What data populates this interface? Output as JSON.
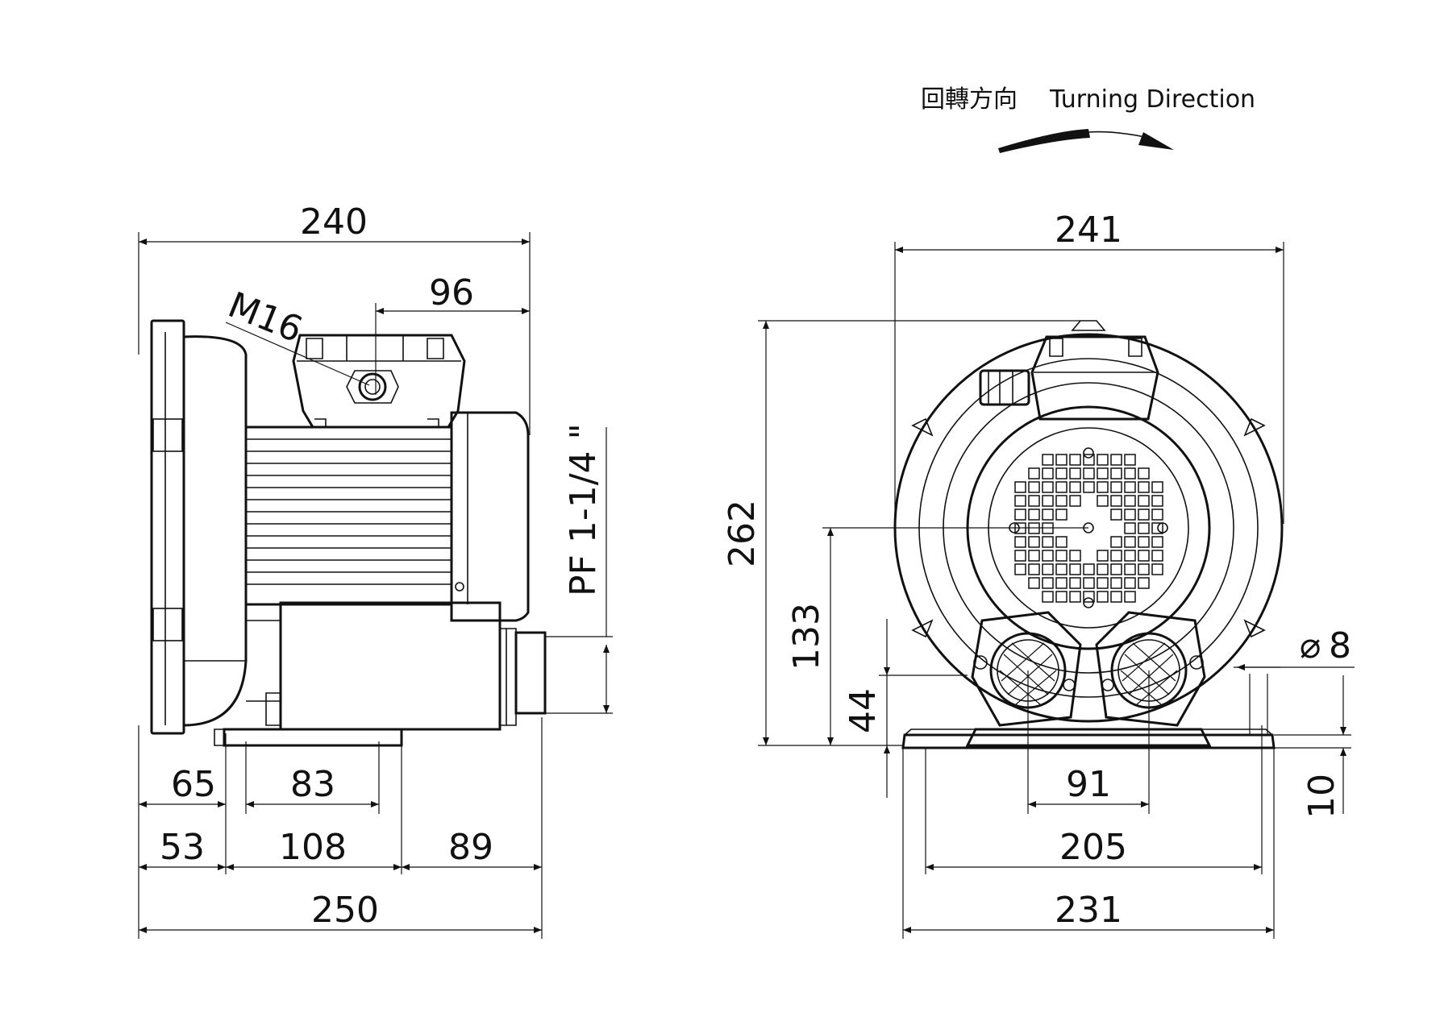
{
  "turning_direction": {
    "label_zh": "回轉方向",
    "label_en": "Turning Direction"
  },
  "side_view": {
    "overall_top": "240",
    "terminal_box_offset": "96",
    "cable_gland": "M16",
    "port_thread": "PF 1-1/4 \"",
    "dim_65": "65",
    "dim_83": "83",
    "dim_53": "53",
    "dim_108": "108",
    "dim_89": "89",
    "overall_bottom": "250"
  },
  "front_view": {
    "overall_width": "241",
    "overall_height": "262",
    "center_height": "133",
    "port_height": "44",
    "hole_diameter_symbol": "⌀",
    "hole_diameter": "8",
    "foot_thickness": "10",
    "port_spacing": "91",
    "hole_spacing": "205",
    "base_width": "231"
  }
}
